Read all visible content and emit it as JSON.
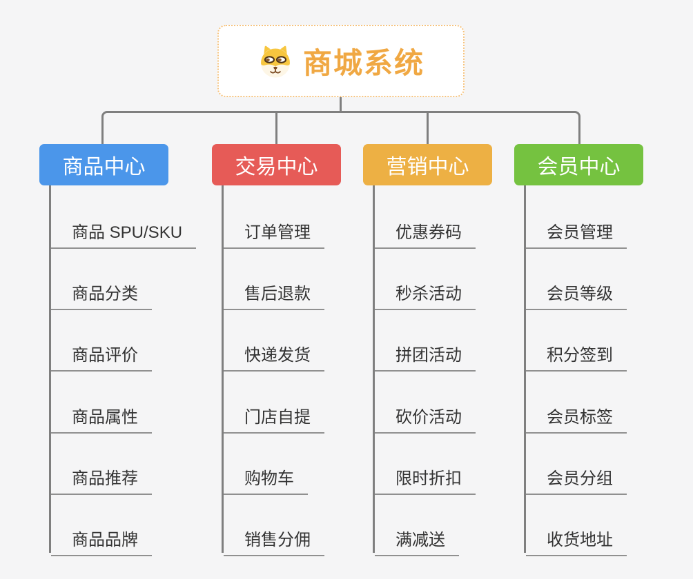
{
  "root": {
    "title": "商城系统",
    "icon": "dog-icon"
  },
  "branches": [
    {
      "label": "商品中心",
      "color": "#4b96ea",
      "items": [
        "商品 SPU/SKU",
        "商品分类",
        "商品评价",
        "商品属性",
        "商品推荐",
        "商品品牌"
      ]
    },
    {
      "label": "交易中心",
      "color": "#e65b57",
      "items": [
        "订单管理",
        "售后退款",
        "快递发货",
        "门店自提",
        "购物车",
        "销售分佣"
      ]
    },
    {
      "label": "营销中心",
      "color": "#edb044",
      "items": [
        "优惠券码",
        "秒杀活动",
        "拼团活动",
        "砍价活动",
        "限时折扣",
        "满减送"
      ]
    },
    {
      "label": "会员中心",
      "color": "#75c240",
      "items": [
        "会员管理",
        "会员等级",
        "积分签到",
        "会员标签",
        "会员分组",
        "收货地址"
      ]
    }
  ],
  "colors": {
    "background": "#f5f5f6",
    "root_text": "#f0a843",
    "root_border": "#f6c37e",
    "connector": "#7f7f7f",
    "leaf_underline": "#909090",
    "leaf_text": "#333333"
  }
}
